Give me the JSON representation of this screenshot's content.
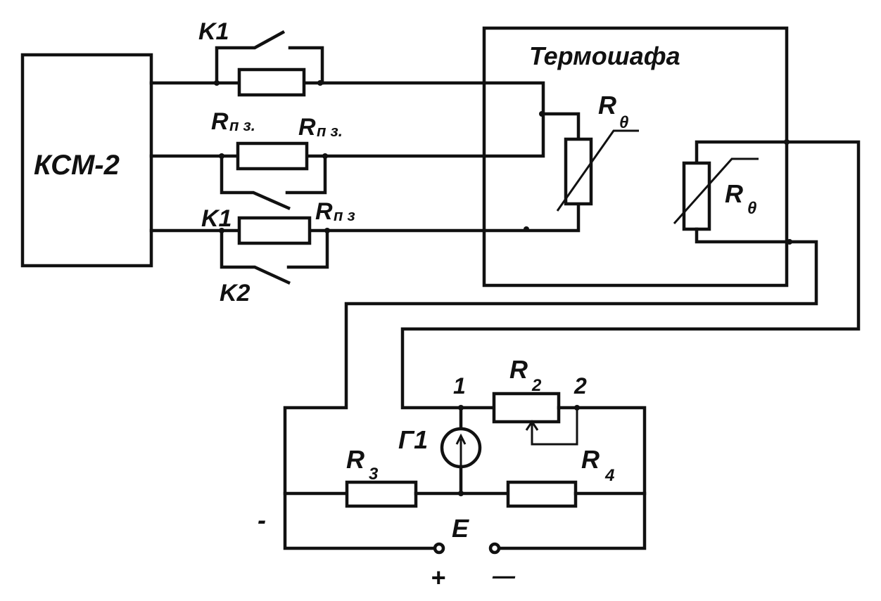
{
  "diagram": {
    "meter": {
      "label": "КСМ-2"
    },
    "chamber": {
      "title": "Термошафа"
    },
    "switch_k1_top": {
      "label": "K1"
    },
    "switch_k1_bottom": {
      "label": "K1"
    },
    "switch_k2": {
      "label": "K2"
    },
    "lead_resistor_1": {
      "label": "R",
      "sub": "п з."
    },
    "lead_resistor_2": {
      "label": "R",
      "sub": "п з."
    },
    "lead_resistor_3": {
      "label": "R",
      "sub": "п з"
    },
    "thermistor_1": {
      "label": "R",
      "sub": "θ"
    },
    "thermistor_2": {
      "label": "R",
      "sub": "θ"
    },
    "bridge": {
      "node_1": "1",
      "node_2": "2",
      "r2": {
        "label": "R",
        "sub": "2"
      },
      "r3": {
        "label": "R",
        "sub": "3"
      },
      "r4": {
        "label": "R",
        "sub": "4"
      },
      "galvanometer": {
        "label": "Г1"
      },
      "source": {
        "label": "E"
      },
      "minus_left": "-",
      "plus": "+",
      "minus_right": "—"
    }
  }
}
